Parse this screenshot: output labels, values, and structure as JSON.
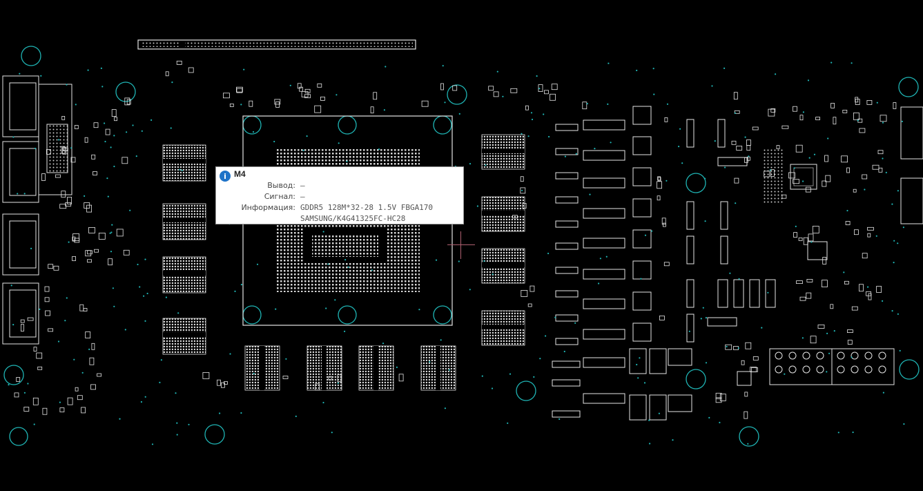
{
  "tooltip": {
    "title": "M4",
    "rows": [
      {
        "label": "Вывод:",
        "value": "—"
      },
      {
        "label": "Сигнал:",
        "value": "—"
      },
      {
        "label": "Информация:",
        "value": "GDDR5 128M*32-28 1.5V FBGA170"
      },
      {
        "label": "",
        "value": "SAMSUNG/K4G41325FC-HC28"
      }
    ]
  },
  "colors": {
    "background": "#000000",
    "outline": "#e6e6e6",
    "hole": "#1fb5b5",
    "cursor": "#b06070"
  }
}
